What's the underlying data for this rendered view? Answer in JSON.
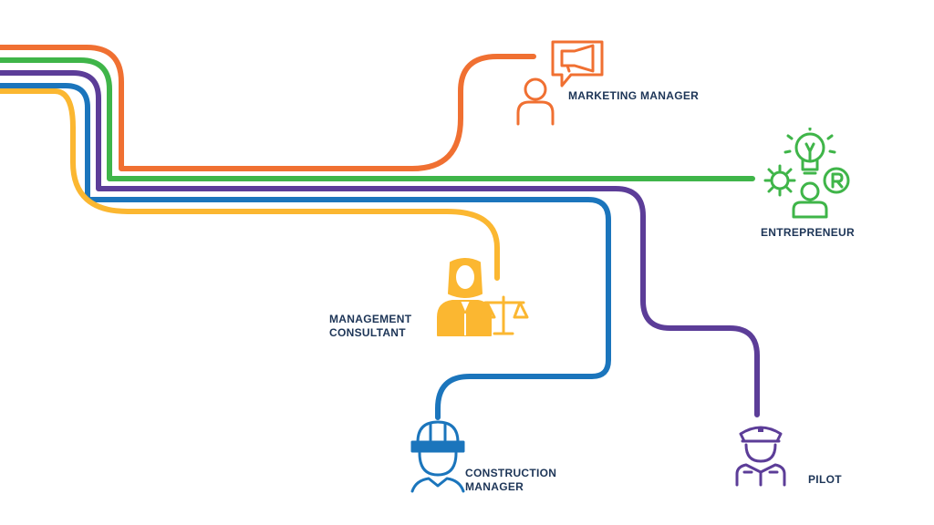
{
  "colors": {
    "orange": "#f07032",
    "green": "#3fb549",
    "purple": "#5c3d98",
    "blue": "#1b75bc",
    "yellow": "#fbb731",
    "text": "#1d3557"
  },
  "careers": {
    "marketing_manager": {
      "label": "MARKETING MANAGER",
      "icon": "megaphone-person-icon"
    },
    "entrepreneur": {
      "label": "ENTREPRENEUR",
      "icon": "lightbulb-gear-person-icon"
    },
    "management_consultant": {
      "line1": "MANAGEMENT",
      "line2": "CONSULTANT",
      "icon": "judge-scales-icon"
    },
    "construction_manager": {
      "line1": "CONSTRUCTION",
      "line2": "MANAGER",
      "icon": "hardhat-worker-icon"
    },
    "pilot": {
      "label": "PILOT",
      "icon": "pilot-icon"
    }
  }
}
